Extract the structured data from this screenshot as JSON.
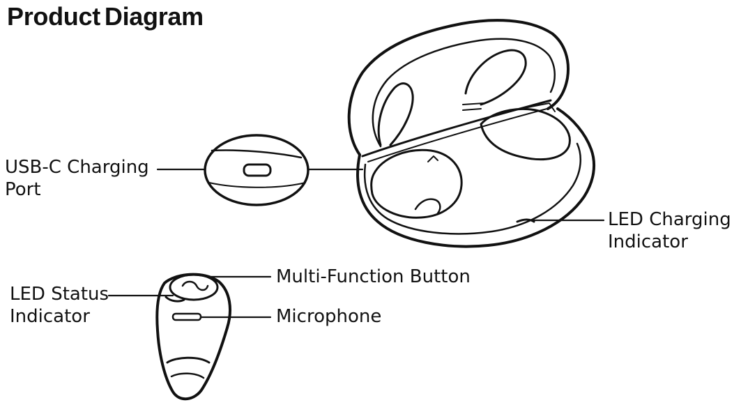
{
  "title": {
    "word1": "Product",
    "word2": "Diagram"
  },
  "labels": {
    "usb_c_charging_port": {
      "line1": "USB-C Charging",
      "line2": "Port"
    },
    "led_charging_indicator": {
      "line1": "LED Charging",
      "line2": "Indicator"
    },
    "multi_function_button": "Multi-Function Button",
    "led_status_indicator": {
      "line1": "LED Status",
      "line2": "Indicator"
    },
    "microphone": "Microphone"
  },
  "colors": {
    "ink": "#111111",
    "background": "#ffffff"
  }
}
